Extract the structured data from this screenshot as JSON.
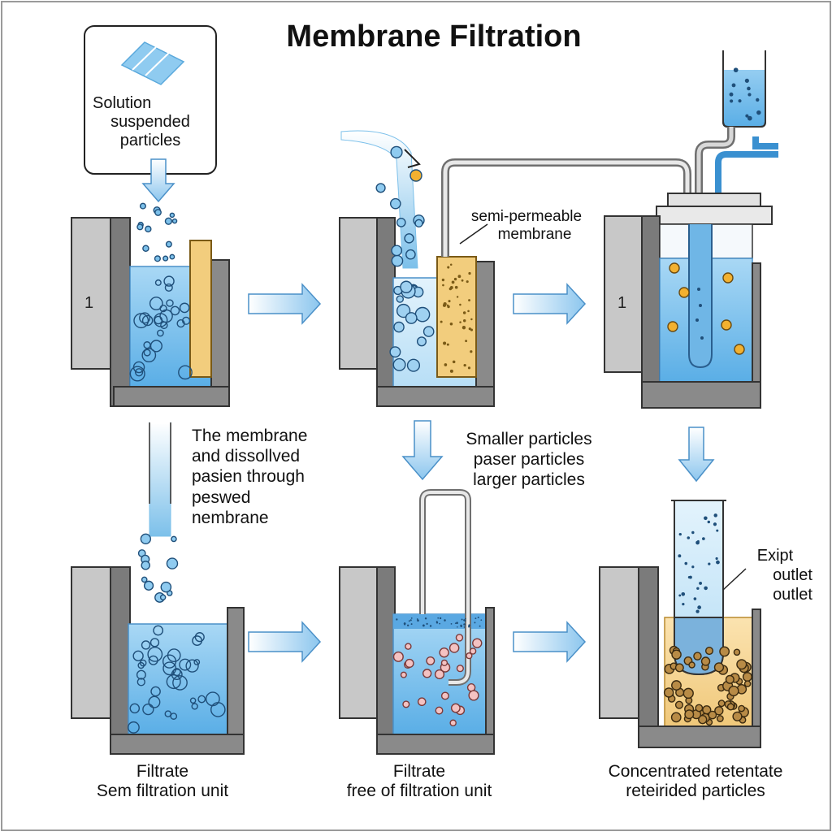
{
  "title": "Membrane Filtration",
  "input_box": {
    "lines": [
      "Solution",
      "suspended",
      "particles"
    ]
  },
  "membrane_label": {
    "lines": [
      "semi-permeable",
      "membrane"
    ]
  },
  "unit_numbers": {
    "left": "1",
    "right": "1"
  },
  "middle_text_left": {
    "lines": [
      "The membrane",
      "and dissollved",
      "pasien through",
      "peswed",
      "nembrane"
    ]
  },
  "middle_text_center": {
    "lines": [
      "Smaller particles",
      "paser particles",
      "larger particles"
    ]
  },
  "outlet_label": {
    "lines": [
      "Exipt",
      "outlet",
      "outlet"
    ]
  },
  "captions": {
    "left": [
      "Filtrate",
      "Sem filtration unit"
    ],
    "center": [
      "Filtrate",
      "free of filtration unit"
    ],
    "right": [
      "Concentrated retentate",
      "reteirided particles"
    ]
  },
  "colors": {
    "water": "#7cc0ea",
    "water_light": "#c8e6f8",
    "membrane": "#f2cd7d",
    "concentrate": "#f5d48f",
    "particle_orange": "#f2b130",
    "particle_pink": "#f4c2c2",
    "housing": "#6f6f6f",
    "housing_light": "#bdbdbd",
    "arrow": "#9ccdf0"
  }
}
